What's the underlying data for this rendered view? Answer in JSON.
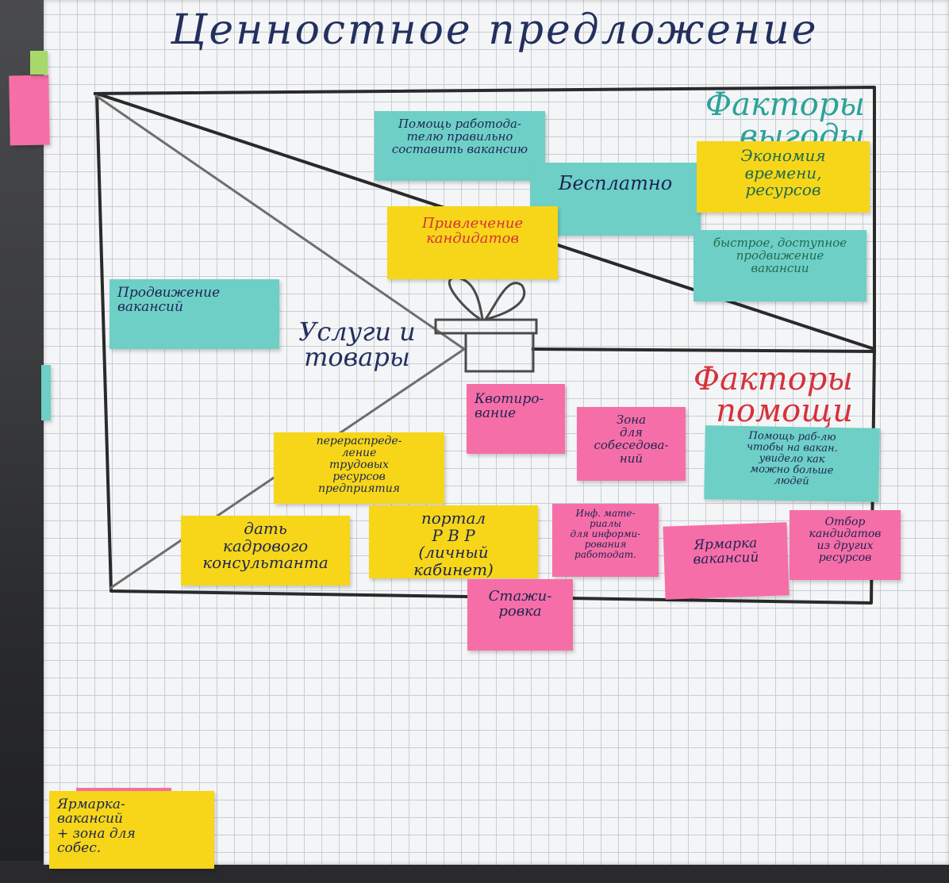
{
  "poster": {
    "title": "Ценностное предложение",
    "heading_benefits": "Факторы\nвыгоды",
    "heading_help": "Факторы\nпомощи",
    "heading_products": "Услуги и\nтовары"
  },
  "stickies": {
    "help_vacancy": "Помощь работода-\nтелю правильно\nсоставить вакансию",
    "free": "Бесплатно",
    "economy": "Экономия\nвремени,\nресурсов",
    "attract": "Привлечение\nкандидатов",
    "fast_promo": "быстрое, доступное\nпродвижение\nвакансии",
    "promo_vac": "Продвижение\nвакансий",
    "quota": "Квотиро-\nвание",
    "zone": "Зона\nдля\nсобеседова-\nний",
    "help_employer": "Помощь раб-лю\nчтобы на вакан.\nувидело как\nможно больше\nлюдей",
    "redistribute": "перераспреде-\nление\nтрудовых\nресурсов\nпредприятия",
    "hr_consult": "дать\nкадрового\nконсультанта",
    "portal": "портал\nР В Р\n(личный кабинет)",
    "info_materials": "Инф. мате-\nриалы\nдля информи-\nрования\nработодат.",
    "fair": "Ярмарка\nвакансий",
    "selection": "Отбор\nкандидатов\nиз других\nресурсов",
    "internship": "Стажи-\nровка",
    "bottom_note": "Ярмарка-\nвакансий\n+ зона для\nсобес."
  },
  "colors": {
    "teal": "#6ecfc7",
    "yellow": "#f7d619",
    "pink": "#f66ea8",
    "marker_blue": "#23305e",
    "marker_teal": "#2aa39a",
    "marker_red": "#d6323c"
  }
}
